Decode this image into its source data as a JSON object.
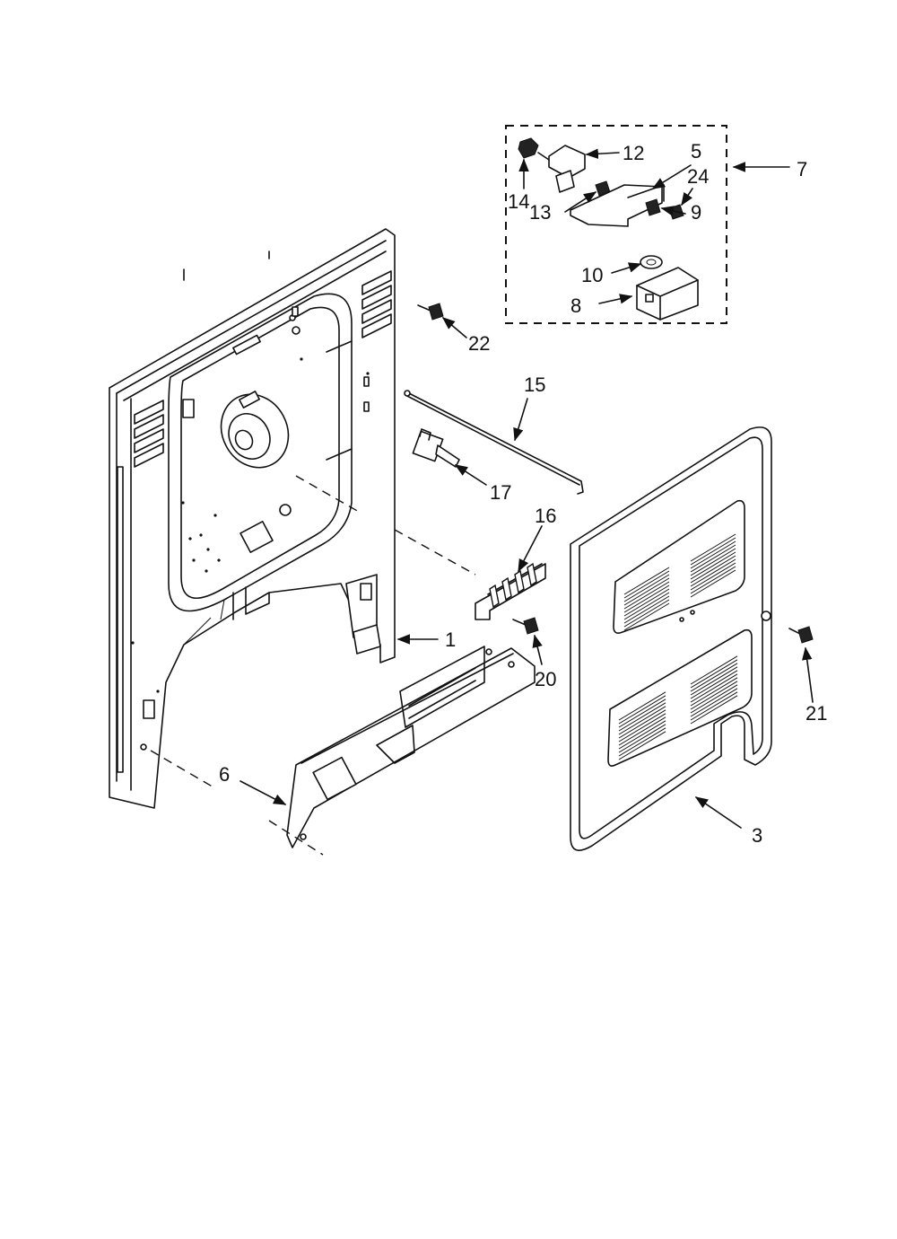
{
  "callouts": {
    "c1": "1",
    "c3": "3",
    "c5": "5",
    "c6": "6",
    "c7": "7",
    "c8": "8",
    "c9": "9",
    "c10": "10",
    "c12": "12",
    "c13": "13",
    "c14": "14",
    "c15": "15",
    "c16": "16",
    "c17": "17",
    "c20": "20",
    "c21": "21",
    "c22": "22",
    "c24": "24"
  }
}
